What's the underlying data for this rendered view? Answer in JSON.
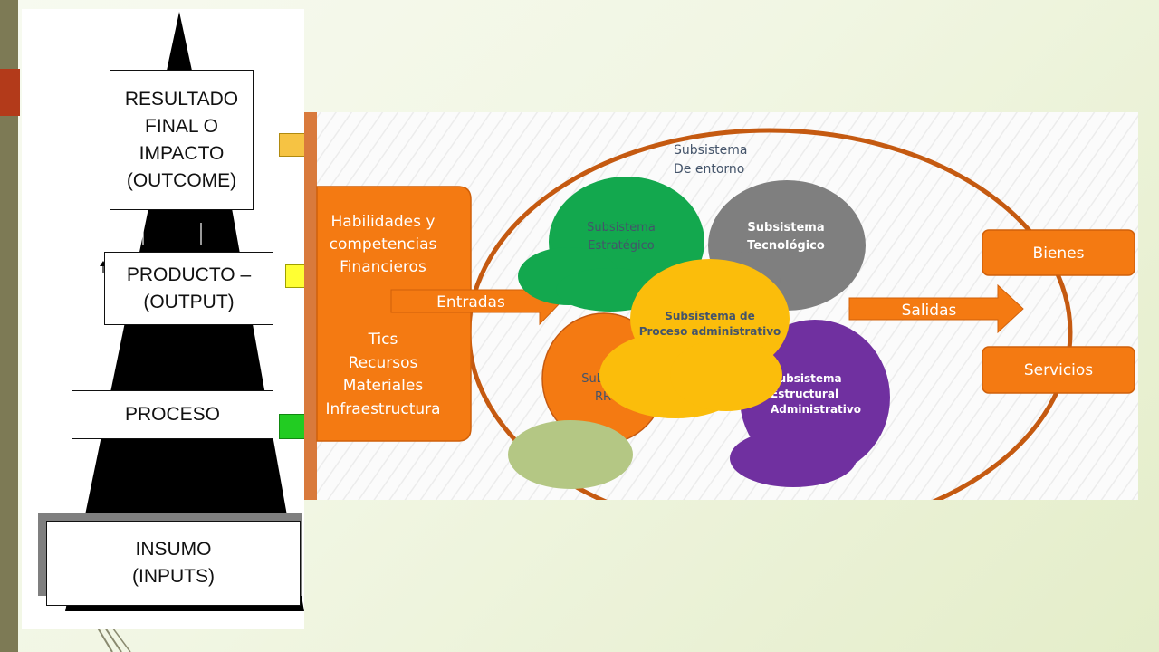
{
  "pyramid": {
    "outcome": "RESULTADO\nFINAL O\nIMPACTO\n(OUTCOME)",
    "output": "PRODUCTO –\n(OUTPUT)",
    "process": "PROCESO",
    "input": "INSUMO\n(INPUTS)"
  },
  "system_diagram": {
    "environment_label": [
      "Subsistema",
      "De entorno"
    ],
    "inputs_box": {
      "top_lines": [
        "Habilidades y",
        "competencias",
        "Financieros"
      ],
      "bottom_lines": [
        "Tics",
        "Recursos",
        "Materiales",
        "Infraestructura"
      ]
    },
    "entradas_label": "Entradas",
    "salidas_label": "Salidas",
    "outputs": [
      "Bienes",
      "Servicios"
    ],
    "subsystems": {
      "strategic": [
        "Subsistema",
        "Estratégico"
      ],
      "technological": [
        "Subsistema",
        "Tecnológico"
      ],
      "process": [
        "Subsistema de",
        "Proceso administrativo"
      ],
      "structural": [
        "Subsistema",
        "Estructural",
        "Administrativo"
      ],
      "hr": [
        "Subs",
        "RR"
      ]
    }
  },
  "colors": {
    "orange": "#f47a12",
    "green": "#13a84e",
    "gray": "#7f7f7f",
    "yellow": "#fbbd0b",
    "purple": "#7030a0",
    "olive": "#b4c784",
    "ring": "#c55a11"
  }
}
